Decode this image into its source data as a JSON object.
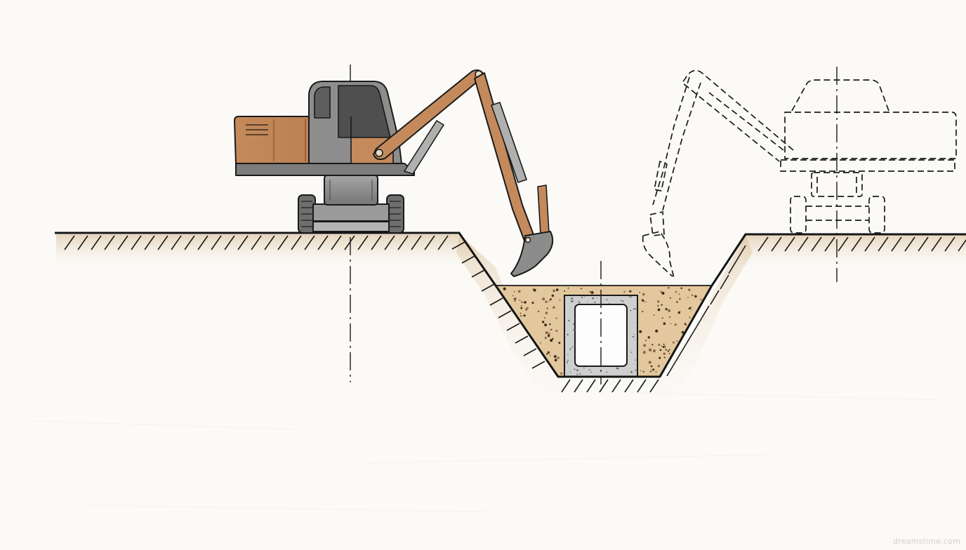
{
  "diagram": {
    "subject": "excavator-trench-box-culvert",
    "elements": [
      "excavator-solid",
      "excavator-dashed-ghost",
      "ground-line",
      "trapezoidal-trench",
      "sand-bedding",
      "box-culvert",
      "centerlines",
      "hatching"
    ]
  },
  "colors": {
    "background": "#fbfaf7",
    "line": "#1a1a1a",
    "excavator_body": "#c48a5c",
    "excavator_shadow": "#9a6a45",
    "metal_gray": "#8e8e8e",
    "dark_gray": "#6a6a6a",
    "soil_fill": "#dcc3a0",
    "sand_fill": "#e6cfa6",
    "concrete": "#c7c7c7"
  },
  "watermark": "dreamstime.com"
}
